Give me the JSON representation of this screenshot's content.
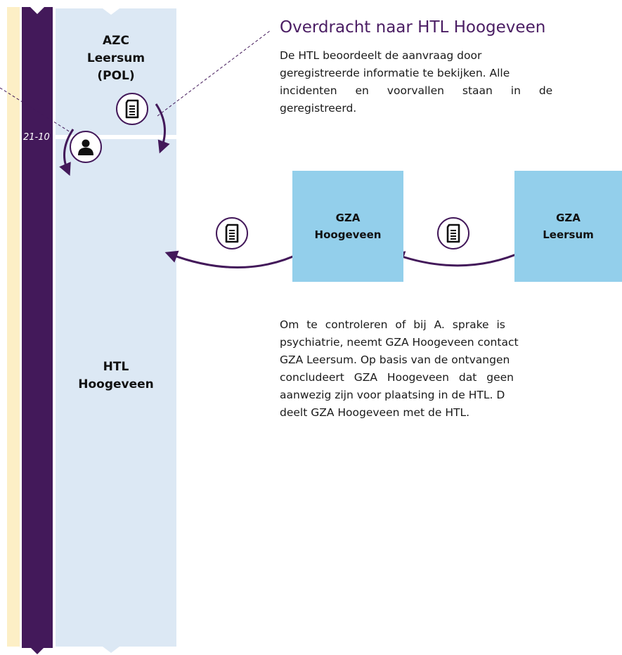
{
  "heading": "Overdracht naar HTL Hoogeveen",
  "intro_lines": [
    "De HTL beoordeelt de aanvraag door",
    "geregistreerde informatie te bekijken. Alle",
    "incidenten en voorvallen staan in de",
    "geregistreerd."
  ],
  "lanes": {
    "top_label": "AZC\nLeersum\n(POL)",
    "bottom_label": "HTL\nHoogeveen"
  },
  "timeline": {
    "date": "21-10"
  },
  "boxes": {
    "gza_hoogeveen": "GZA\nHoogeveen",
    "gza_leersum": "GZA\nLeersum"
  },
  "outro_lines": [
    "Om te controleren of bij A. sprake is",
    "psychiatrie, neemt GZA Hoogeveen contact",
    "GZA Leersum. Op basis van de ontvangen",
    "concludeert GZA Hoogeveen dat geen",
    "aanwezig zijn voor plaatsing in de HTL. D",
    "deelt GZA Hoogeveen met de HTL."
  ],
  "icons": [
    "document-icon",
    "person-icon"
  ],
  "colors": {
    "timeline": "#43195a",
    "lane": "#dce8f4",
    "box": "#93cfeb",
    "accent": "#4a1d63",
    "beige": "#fdefc6"
  }
}
